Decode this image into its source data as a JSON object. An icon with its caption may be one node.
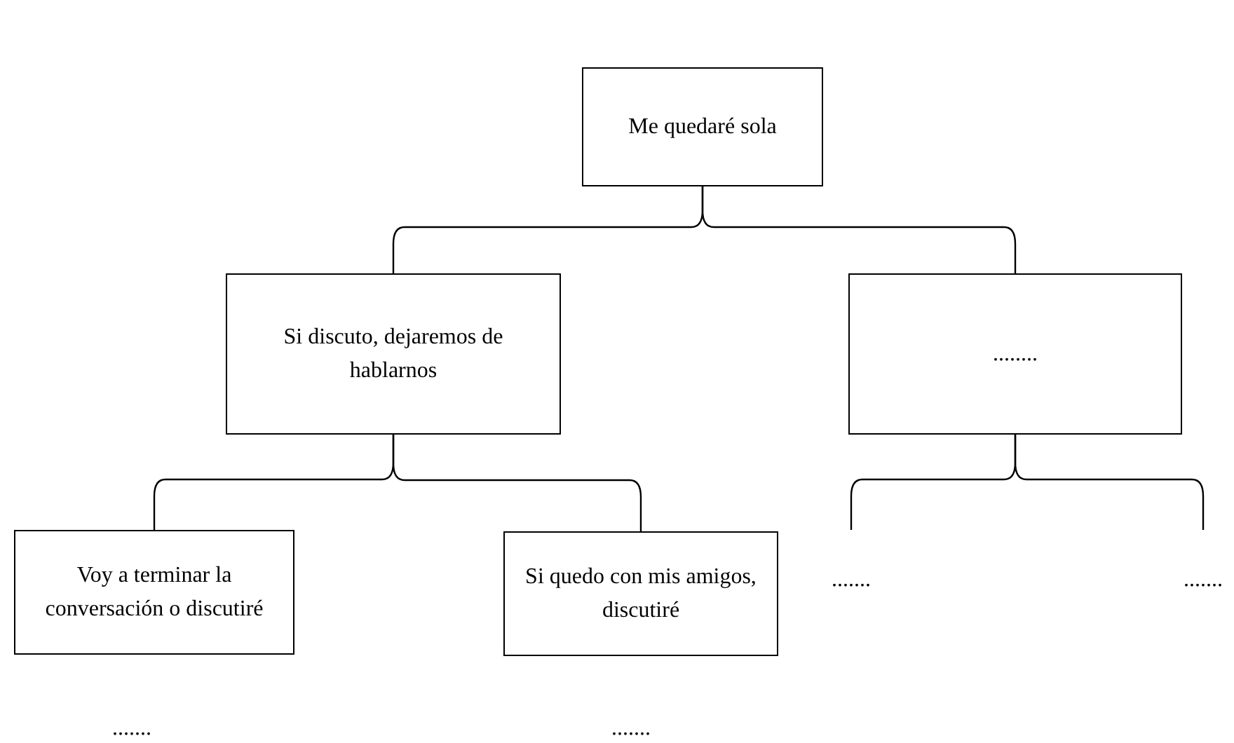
{
  "diagram": {
    "nodes": [
      {
        "text": [
          "Me quedaré sola"
        ]
      },
      {
        "text": [
          "Si discuto, dejaremos de hablarnos"
        ]
      },
      {
        "text": [
          "........"
        ]
      },
      {
        "text": [
          "Voy a terminar la conversación o discutiré"
        ]
      },
      {
        "text": [
          "Si quedo con mis amigos, discutiré"
        ]
      },
      {
        "text": [
          "......."
        ]
      },
      {
        "text": [
          "......."
        ]
      }
    ],
    "edges": [
      {
        "from": 0,
        "to": 1,
        "arrow": "none"
      },
      {
        "from": 0,
        "to": 2,
        "arrow": "none"
      },
      {
        "from": 1,
        "to": 3,
        "arrow": "none"
      },
      {
        "from": 1,
        "to": 4,
        "arrow": "none"
      },
      {
        "from": 2,
        "to": 5,
        "arrow": "none"
      },
      {
        "from": 2,
        "to": 6,
        "arrow": "none"
      }
    ],
    "labels": [
      ".......",
      "......."
    ]
  }
}
